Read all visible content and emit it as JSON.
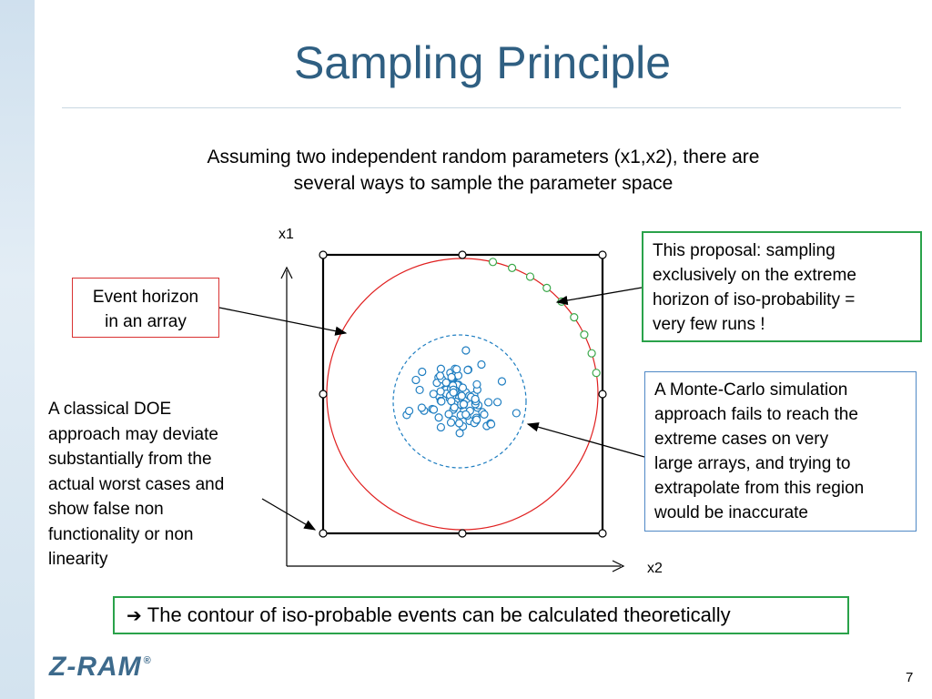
{
  "slide": {
    "title": "Sampling Principle",
    "subtitle_line1": "Assuming two independent random parameters (x1,x2), there are",
    "subtitle_line2": "several ways to sample the parameter space",
    "page_number": "7"
  },
  "diagram": {
    "axis_y_label": "x1",
    "axis_x_label": "x2",
    "colors": {
      "doe_points": "#000000",
      "event_horizon": "#e02020",
      "proposal_points": "#3aa84a",
      "monte_carlo": "#1f7ec1",
      "arrows": "#000000"
    }
  },
  "callouts": {
    "event_horizon": [
      "Event horizon",
      "in an array"
    ],
    "proposal": [
      "This proposal: sampling",
      "exclusively on the extreme",
      "horizon of iso-probability =",
      "very few runs !"
    ],
    "monte_carlo": [
      "A Monte-Carlo simulation",
      "approach fails to reach the",
      "extreme cases on very",
      "large arrays, and trying to",
      "extrapolate from this region",
      "would be inaccurate"
    ],
    "doe": [
      "A classical DOE",
      "approach may deviate",
      "substantially from the",
      "actual worst cases and",
      "show false non",
      "functionality or non",
      "linearity"
    ]
  },
  "conclusion": {
    "arrow_glyph": "➔",
    "text": "The contour of iso-probable events can be calculated theoretically"
  },
  "logo": {
    "text": "Z-RAM",
    "mark": "®"
  }
}
